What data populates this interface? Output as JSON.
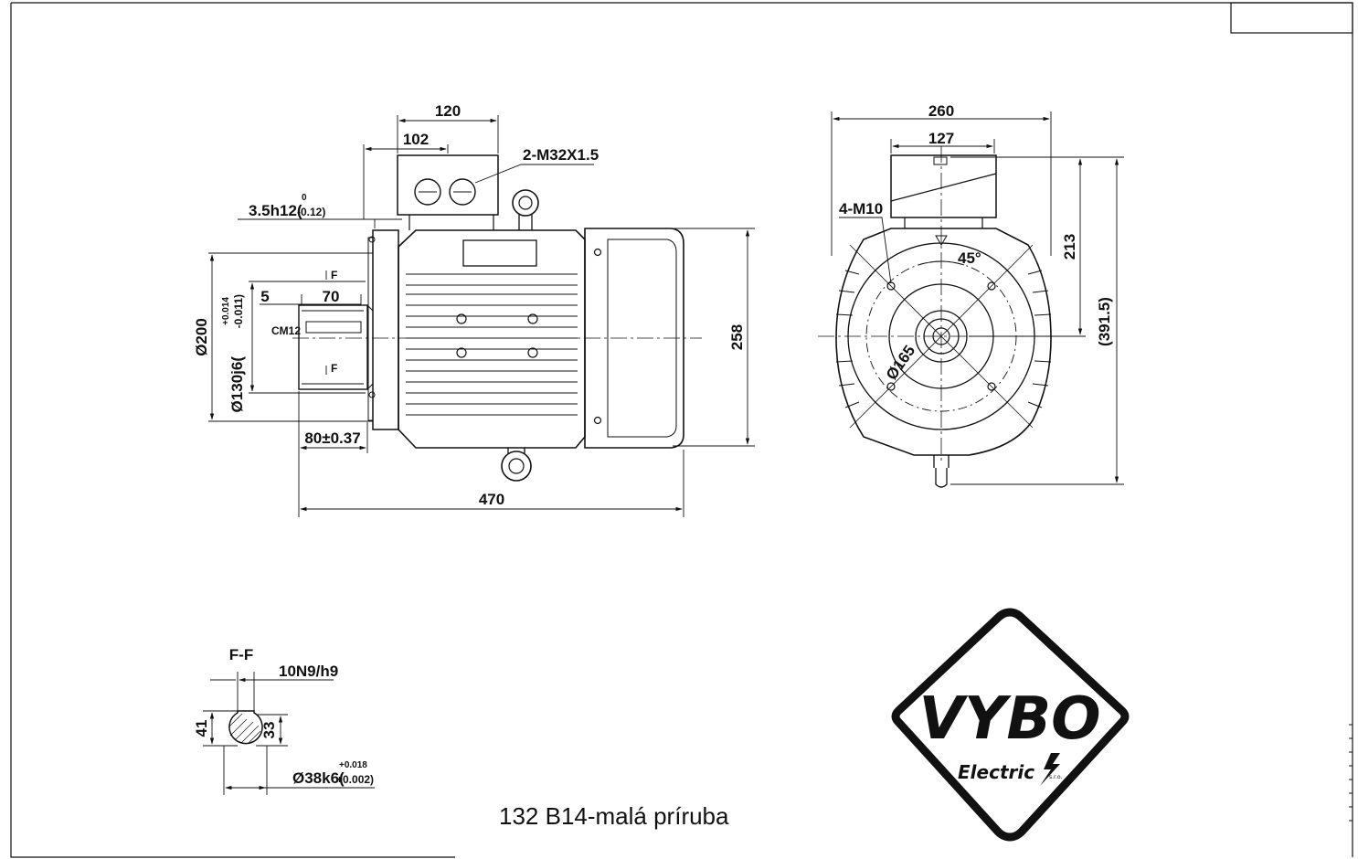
{
  "side_view": {
    "dims": {
      "terminal_box_length": "120",
      "terminal_box_offset": "102",
      "cable_glands": "2-M32X1.5",
      "flange_spigot_base": "3.5h12(",
      "flange_spigot_tol_upper": "0",
      "flange_spigot_tol_lower": "-0.12)",
      "flange_diameter": "Ø200",
      "spigot_diameter_base": "Ø130j6(",
      "spigot_tol_upper": "+0.014",
      "spigot_tol_lower": "-0.011)",
      "shaft_thread": "CM12",
      "key_offset": "5",
      "key_length": "70",
      "section_mark_top": "F",
      "section_mark_bottom": "F",
      "shaft_length": "80±0.37",
      "overall_length": "470",
      "overall_height": "258"
    }
  },
  "front_view": {
    "dims": {
      "width": "260",
      "box_width": "127",
      "flange_holes": "4-M10",
      "hole_angle": "45°",
      "pitch_circle": "Ø165",
      "axis_height_box": "213",
      "total_height": "(391.5)"
    }
  },
  "section_ff": {
    "title": "F-F",
    "key_width": "10N9/h9",
    "height_total": "41",
    "height_inner": "33",
    "shaft_diameter_base": "Ø38k6(",
    "shaft_tol_upper": "+0.018",
    "shaft_tol_lower": "+0.002)"
  },
  "caption": "132 B14-malá príruba",
  "logo": {
    "brand": "VYBO",
    "sub": "Electric",
    "suffix": "s.r.o."
  }
}
